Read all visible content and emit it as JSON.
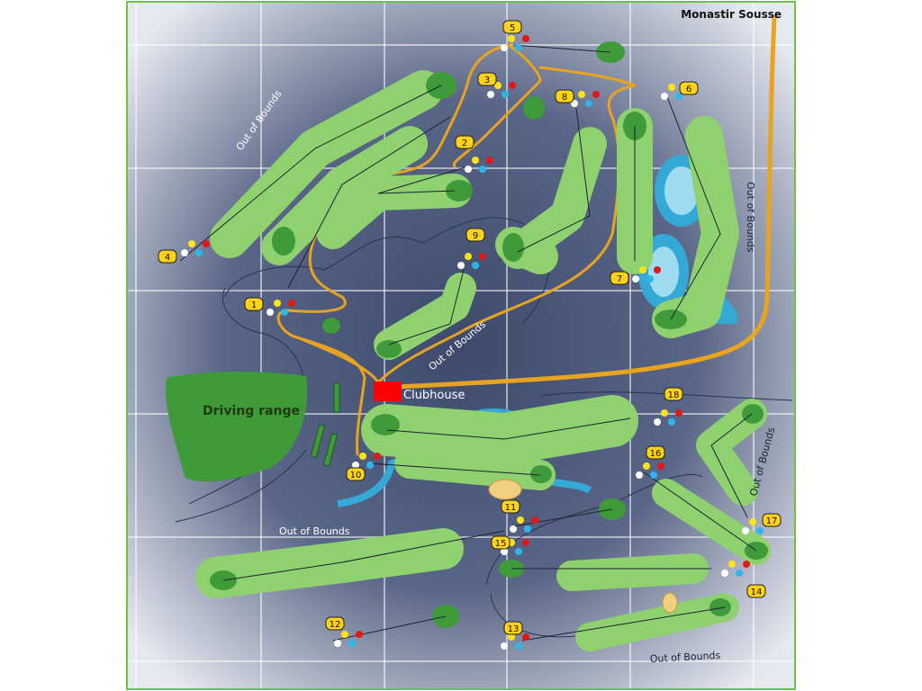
{
  "map": {
    "title": "Monastir Sousse",
    "clubhouse_label": "Clubhouse",
    "driving_range_label": "Driving range",
    "out_of_bounds_labels": [
      "Out of Bounds",
      "Out of Bounds",
      "Out of Bounds",
      "Out of Bounds",
      "Out of Bounds",
      "Out of Bounds"
    ],
    "holes": [
      "1",
      "2",
      "3",
      "4",
      "5",
      "6",
      "7",
      "8",
      "9",
      "10",
      "11",
      "12",
      "13",
      "14",
      "15",
      "16",
      "17",
      "18"
    ],
    "colors": {
      "fairway": "#8fd16f",
      "green": "#3f9a3a",
      "path": "#e8a41e",
      "water": "#35a9d6",
      "water_light": "#9fdcf0",
      "clubhouse": "#ff0000",
      "hole_badge": "#ffd21a",
      "frame": "#6cc24a"
    }
  }
}
